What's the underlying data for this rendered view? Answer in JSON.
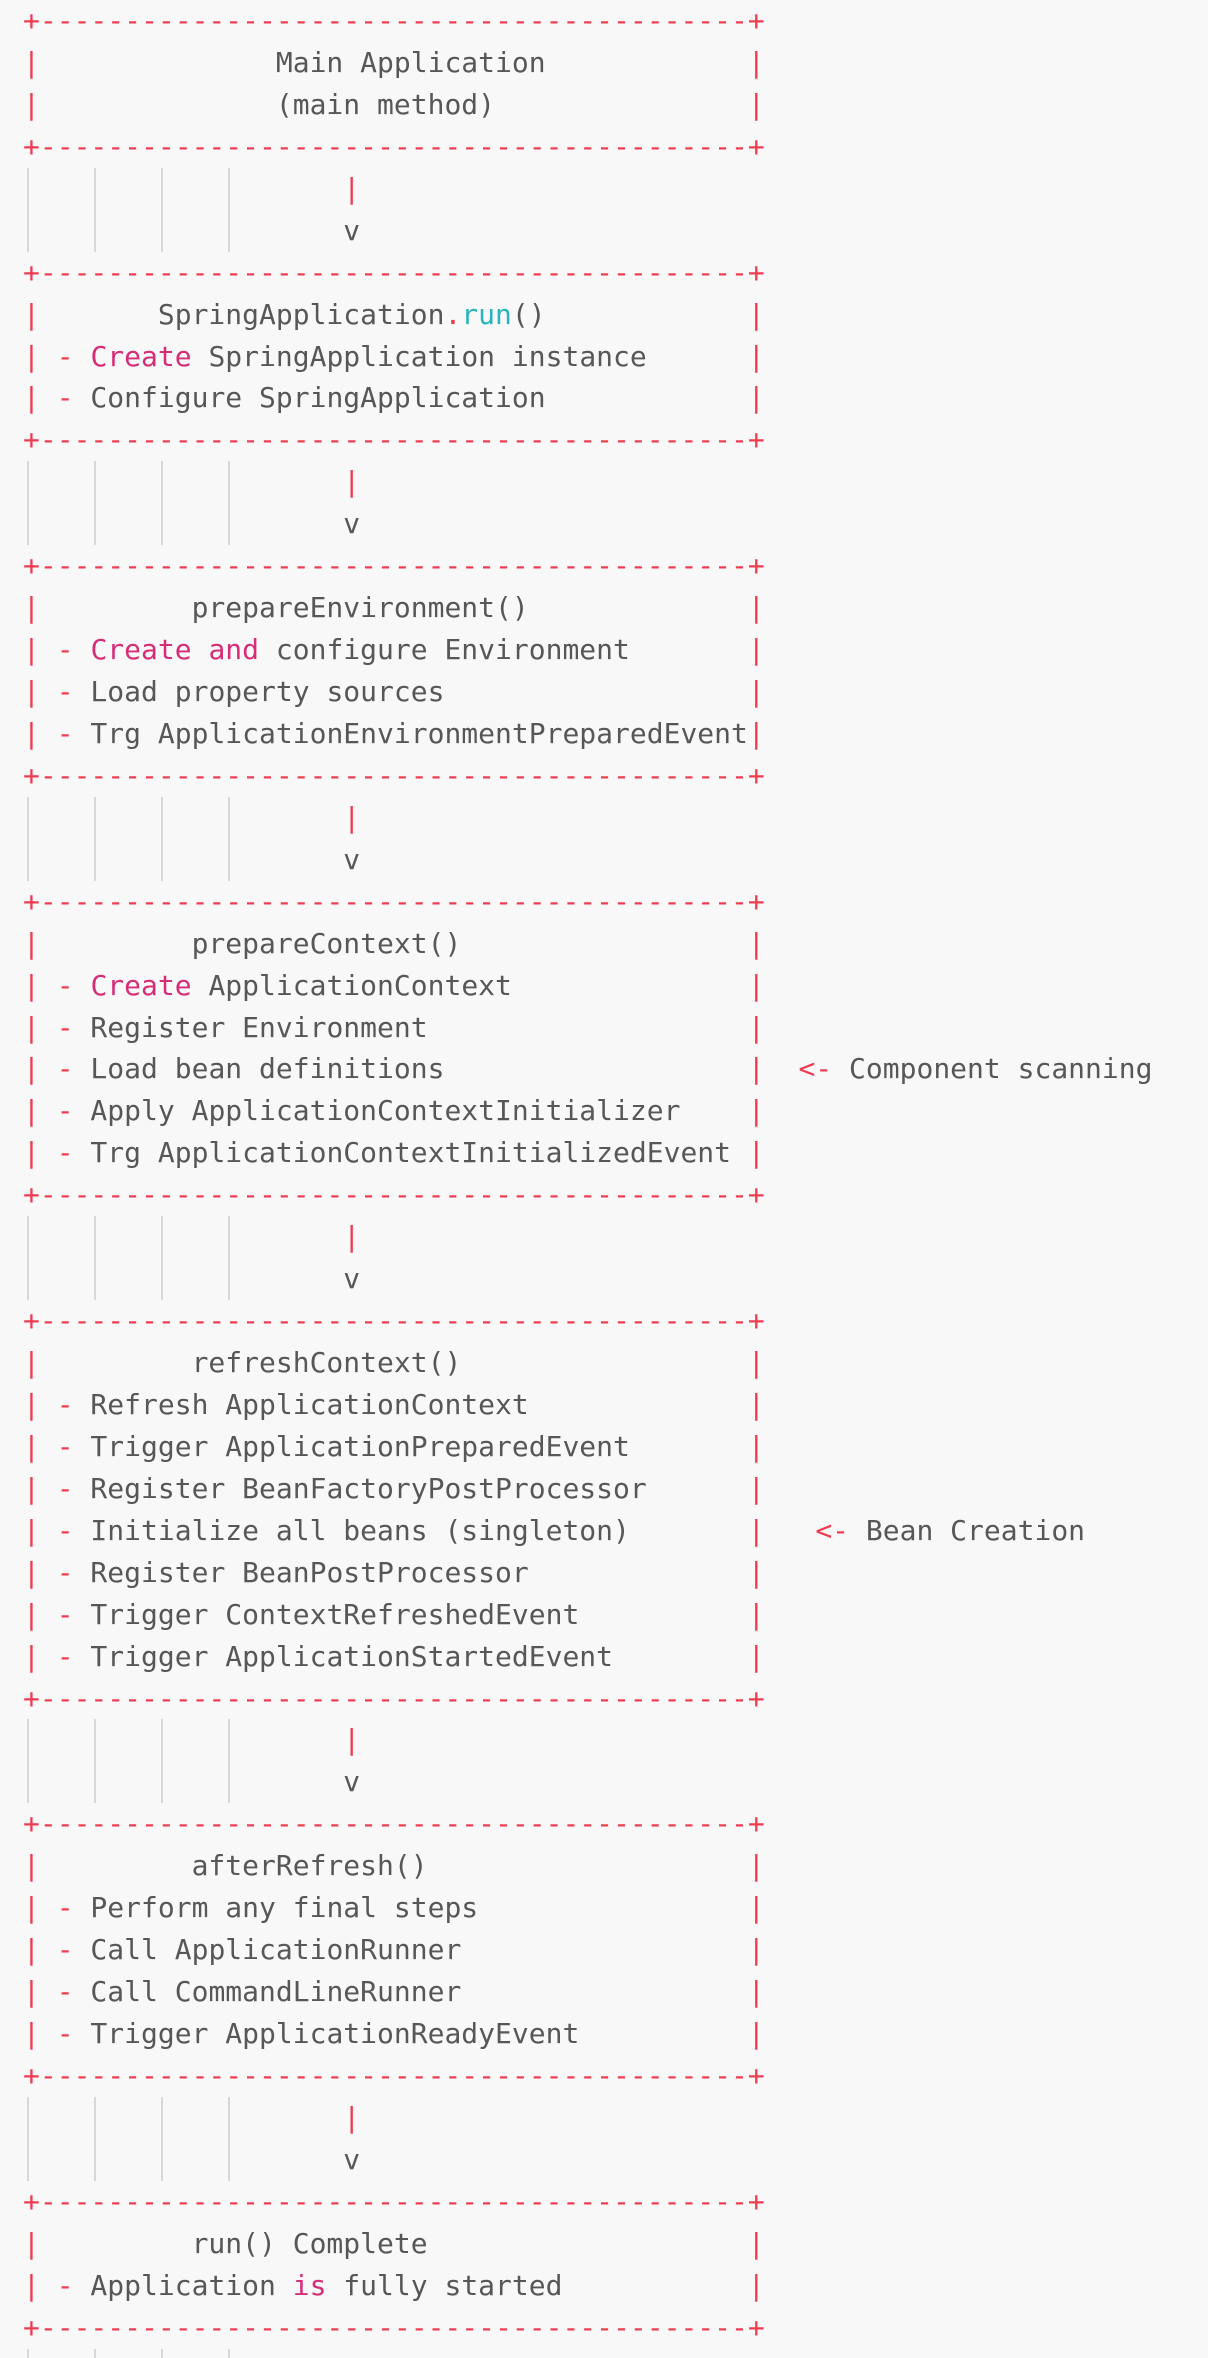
{
  "palette": {
    "background": "#f8f8f8",
    "base_text": "#57575a",
    "red_operator": "#ee3b50",
    "pink_keyword": "#d62d78",
    "teal_function": "#28b4be",
    "indent_guide": "#d8d8d8"
  },
  "diagram": {
    "description_names": {
      "box1": "main-application",
      "box2": "springapplication-run",
      "box3": "prepare-environment",
      "box4": "prepare-context",
      "box5": "refresh-context",
      "box6": "after-refresh",
      "box7": "run-complete"
    },
    "annotations": [
      "<- Component scanning",
      "<- Bean Creation"
    ],
    "lines": [
      {
        "n": "box1-border-top",
        "s": [
          [
            "r",
            "+------------------------------------------+"
          ]
        ]
      },
      {
        "n": "box1-title",
        "s": [
          [
            "r",
            "|"
          ],
          [
            "g",
            "              Main Application            "
          ],
          [
            "r",
            "|"
          ]
        ]
      },
      {
        "n": "box1-subtitle",
        "s": [
          [
            "r",
            "|"
          ],
          [
            "g",
            "              (main method)               "
          ],
          [
            "r",
            "|"
          ]
        ]
      },
      {
        "n": "box1-border-bottom",
        "s": [
          [
            "r",
            "+------------------------------------------+"
          ]
        ]
      },
      {
        "n": "arrow-stem",
        "g": 1,
        "s": [
          [
            "g",
            "                   "
          ],
          [
            "r",
            "|"
          ]
        ]
      },
      {
        "n": "arrow-head",
        "g": 1,
        "s": [
          [
            "g",
            "                   v"
          ]
        ]
      },
      {
        "n": "box2-border-top",
        "s": [
          [
            "r",
            "+------------------------------------------+"
          ]
        ]
      },
      {
        "n": "box2-title",
        "s": [
          [
            "r",
            "|"
          ],
          [
            "g",
            "       SpringApplication"
          ],
          [
            "r",
            "."
          ],
          [
            "t",
            "run"
          ],
          [
            "g",
            "()            "
          ],
          [
            "r",
            "|"
          ]
        ]
      },
      {
        "n": "box2-bullet",
        "s": [
          [
            "r",
            "|"
          ],
          [
            "g",
            " "
          ],
          [
            "r",
            "-"
          ],
          [
            "g",
            " "
          ],
          [
            "p",
            "Create"
          ],
          [
            "g",
            " SpringApplication instance      "
          ],
          [
            "r",
            "|"
          ]
        ]
      },
      {
        "n": "box2-bullet",
        "s": [
          [
            "r",
            "|"
          ],
          [
            "g",
            " "
          ],
          [
            "r",
            "-"
          ],
          [
            "g",
            " Configure SpringApplication            "
          ],
          [
            "r",
            "|"
          ]
        ]
      },
      {
        "n": "box2-border-bottom",
        "s": [
          [
            "r",
            "+------------------------------------------+"
          ]
        ]
      },
      {
        "n": "arrow-stem",
        "g": 1,
        "s": [
          [
            "g",
            "                   "
          ],
          [
            "r",
            "|"
          ]
        ]
      },
      {
        "n": "arrow-head",
        "g": 1,
        "s": [
          [
            "g",
            "                   v"
          ]
        ]
      },
      {
        "n": "box3-border-top",
        "s": [
          [
            "r",
            "+------------------------------------------+"
          ]
        ]
      },
      {
        "n": "box3-title",
        "s": [
          [
            "r",
            "|"
          ],
          [
            "g",
            "         prepareEnvironment()             "
          ],
          [
            "r",
            "|"
          ]
        ]
      },
      {
        "n": "box3-bullet",
        "s": [
          [
            "r",
            "|"
          ],
          [
            "g",
            " "
          ],
          [
            "r",
            "-"
          ],
          [
            "g",
            " "
          ],
          [
            "p",
            "Create and"
          ],
          [
            "g",
            " configure Environment       "
          ],
          [
            "r",
            "|"
          ]
        ]
      },
      {
        "n": "box3-bullet",
        "s": [
          [
            "r",
            "|"
          ],
          [
            "g",
            " "
          ],
          [
            "r",
            "-"
          ],
          [
            "g",
            " Load property sources                  "
          ],
          [
            "r",
            "|"
          ]
        ]
      },
      {
        "n": "box3-bullet",
        "s": [
          [
            "r",
            "|"
          ],
          [
            "g",
            " "
          ],
          [
            "r",
            "-"
          ],
          [
            "g",
            " Trg ApplicationEnvironmentPreparedEvent"
          ],
          [
            "r",
            "|"
          ]
        ]
      },
      {
        "n": "box3-border-bottom",
        "s": [
          [
            "r",
            "+------------------------------------------+"
          ]
        ]
      },
      {
        "n": "arrow-stem",
        "g": 1,
        "s": [
          [
            "g",
            "                   "
          ],
          [
            "r",
            "|"
          ]
        ]
      },
      {
        "n": "arrow-head",
        "g": 1,
        "s": [
          [
            "g",
            "                   v"
          ]
        ]
      },
      {
        "n": "box4-border-top",
        "s": [
          [
            "r",
            "+------------------------------------------+"
          ]
        ]
      },
      {
        "n": "box4-title",
        "s": [
          [
            "r",
            "|"
          ],
          [
            "g",
            "         prepareContext()                 "
          ],
          [
            "r",
            "|"
          ]
        ]
      },
      {
        "n": "box4-bullet",
        "s": [
          [
            "r",
            "|"
          ],
          [
            "g",
            " "
          ],
          [
            "r",
            "-"
          ],
          [
            "g",
            " "
          ],
          [
            "p",
            "Create"
          ],
          [
            "g",
            " ApplicationContext              "
          ],
          [
            "r",
            "|"
          ]
        ]
      },
      {
        "n": "box4-bullet",
        "s": [
          [
            "r",
            "|"
          ],
          [
            "g",
            " "
          ],
          [
            "r",
            "-"
          ],
          [
            "g",
            " Register Environment                   "
          ],
          [
            "r",
            "|"
          ]
        ]
      },
      {
        "n": "box4-bullet-annotated",
        "s": [
          [
            "r",
            "|"
          ],
          [
            "g",
            " "
          ],
          [
            "r",
            "-"
          ],
          [
            "g",
            " Load bean definitions                  "
          ],
          [
            "r",
            "|"
          ],
          [
            "g",
            "  "
          ],
          [
            "r",
            "<-"
          ],
          [
            "g",
            " Component scanning"
          ]
        ]
      },
      {
        "n": "box4-bullet",
        "s": [
          [
            "r",
            "|"
          ],
          [
            "g",
            " "
          ],
          [
            "r",
            "-"
          ],
          [
            "g",
            " Apply ApplicationContextInitializer    "
          ],
          [
            "r",
            "|"
          ]
        ]
      },
      {
        "n": "box4-bullet",
        "s": [
          [
            "r",
            "|"
          ],
          [
            "g",
            " "
          ],
          [
            "r",
            "-"
          ],
          [
            "g",
            " Trg ApplicationContextInitializedEvent "
          ],
          [
            "r",
            "|"
          ]
        ]
      },
      {
        "n": "box4-border-bottom",
        "s": [
          [
            "r",
            "+------------------------------------------+"
          ]
        ]
      },
      {
        "n": "arrow-stem",
        "g": 1,
        "s": [
          [
            "g",
            "                   "
          ],
          [
            "r",
            "|"
          ]
        ]
      },
      {
        "n": "arrow-head",
        "g": 1,
        "s": [
          [
            "g",
            "                   v"
          ]
        ]
      },
      {
        "n": "box5-border-top",
        "s": [
          [
            "r",
            "+------------------------------------------+"
          ]
        ]
      },
      {
        "n": "box5-title",
        "s": [
          [
            "r",
            "|"
          ],
          [
            "g",
            "         refreshContext()                 "
          ],
          [
            "r",
            "|"
          ]
        ]
      },
      {
        "n": "box5-bullet",
        "s": [
          [
            "r",
            "|"
          ],
          [
            "g",
            " "
          ],
          [
            "r",
            "-"
          ],
          [
            "g",
            " Refresh ApplicationContext             "
          ],
          [
            "r",
            "|"
          ]
        ]
      },
      {
        "n": "box5-bullet",
        "s": [
          [
            "r",
            "|"
          ],
          [
            "g",
            " "
          ],
          [
            "r",
            "-"
          ],
          [
            "g",
            " Trigger ApplicationPreparedEvent       "
          ],
          [
            "r",
            "|"
          ]
        ]
      },
      {
        "n": "box5-bullet",
        "s": [
          [
            "r",
            "|"
          ],
          [
            "g",
            " "
          ],
          [
            "r",
            "-"
          ],
          [
            "g",
            " Register BeanFactoryPostProcessor      "
          ],
          [
            "r",
            "|"
          ]
        ]
      },
      {
        "n": "box5-bullet-annotated",
        "s": [
          [
            "r",
            "|"
          ],
          [
            "g",
            " "
          ],
          [
            "r",
            "-"
          ],
          [
            "g",
            " Initialize all beans (singleton)       "
          ],
          [
            "r",
            "|"
          ],
          [
            "g",
            "   "
          ],
          [
            "r",
            "<-"
          ],
          [
            "g",
            " Bean Creation"
          ]
        ]
      },
      {
        "n": "box5-bullet",
        "s": [
          [
            "r",
            "|"
          ],
          [
            "g",
            " "
          ],
          [
            "r",
            "-"
          ],
          [
            "g",
            " Register BeanPostProcessor             "
          ],
          [
            "r",
            "|"
          ]
        ]
      },
      {
        "n": "box5-bullet",
        "s": [
          [
            "r",
            "|"
          ],
          [
            "g",
            " "
          ],
          [
            "r",
            "-"
          ],
          [
            "g",
            " Trigger ContextRefreshedEvent          "
          ],
          [
            "r",
            "|"
          ]
        ]
      },
      {
        "n": "box5-bullet",
        "s": [
          [
            "r",
            "|"
          ],
          [
            "g",
            " "
          ],
          [
            "r",
            "-"
          ],
          [
            "g",
            " Trigger ApplicationStartedEvent        "
          ],
          [
            "r",
            "|"
          ]
        ]
      },
      {
        "n": "box5-border-bottom",
        "s": [
          [
            "r",
            "+------------------------------------------+"
          ]
        ]
      },
      {
        "n": "arrow-stem",
        "g": 1,
        "s": [
          [
            "g",
            "                   "
          ],
          [
            "r",
            "|"
          ]
        ]
      },
      {
        "n": "arrow-head",
        "g": 1,
        "s": [
          [
            "g",
            "                   v"
          ]
        ]
      },
      {
        "n": "box6-border-top",
        "s": [
          [
            "r",
            "+------------------------------------------+"
          ]
        ]
      },
      {
        "n": "box6-title",
        "s": [
          [
            "r",
            "|"
          ],
          [
            "g",
            "         afterRefresh()                   "
          ],
          [
            "r",
            "|"
          ]
        ]
      },
      {
        "n": "box6-bullet",
        "s": [
          [
            "r",
            "|"
          ],
          [
            "g",
            " "
          ],
          [
            "r",
            "-"
          ],
          [
            "g",
            " Perform any final steps                "
          ],
          [
            "r",
            "|"
          ]
        ]
      },
      {
        "n": "box6-bullet",
        "s": [
          [
            "r",
            "|"
          ],
          [
            "g",
            " "
          ],
          [
            "r",
            "-"
          ],
          [
            "g",
            " Call ApplicationRunner                 "
          ],
          [
            "r",
            "|"
          ]
        ]
      },
      {
        "n": "box6-bullet",
        "s": [
          [
            "r",
            "|"
          ],
          [
            "g",
            " "
          ],
          [
            "r",
            "-"
          ],
          [
            "g",
            " Call CommandLineRunner                 "
          ],
          [
            "r",
            "|"
          ]
        ]
      },
      {
        "n": "box6-bullet",
        "s": [
          [
            "r",
            "|"
          ],
          [
            "g",
            " "
          ],
          [
            "r",
            "-"
          ],
          [
            "g",
            " Trigger ApplicationReadyEvent          "
          ],
          [
            "r",
            "|"
          ]
        ]
      },
      {
        "n": "box6-border-bottom",
        "s": [
          [
            "r",
            "+------------------------------------------+"
          ]
        ]
      },
      {
        "n": "arrow-stem",
        "g": 1,
        "s": [
          [
            "g",
            "                   "
          ],
          [
            "r",
            "|"
          ]
        ]
      },
      {
        "n": "arrow-head",
        "g": 1,
        "s": [
          [
            "g",
            "                   v"
          ]
        ]
      },
      {
        "n": "box7-border-top",
        "s": [
          [
            "r",
            "+------------------------------------------+"
          ]
        ]
      },
      {
        "n": "box7-title",
        "s": [
          [
            "r",
            "|"
          ],
          [
            "g",
            "         run() Complete                   "
          ],
          [
            "r",
            "|"
          ]
        ]
      },
      {
        "n": "box7-bullet",
        "s": [
          [
            "r",
            "|"
          ],
          [
            "g",
            " "
          ],
          [
            "r",
            "-"
          ],
          [
            "g",
            " Application "
          ],
          [
            "p",
            "is"
          ],
          [
            "g",
            " fully started           "
          ],
          [
            "r",
            "|"
          ]
        ]
      },
      {
        "n": "box7-border-bottom",
        "s": [
          [
            "r",
            "+------------------------------------------+"
          ]
        ]
      },
      {
        "n": "arrow-stem-clipped",
        "g": 1,
        "s": [
          [
            "g",
            "                   "
          ],
          [
            "r",
            "|"
          ]
        ]
      }
    ]
  }
}
